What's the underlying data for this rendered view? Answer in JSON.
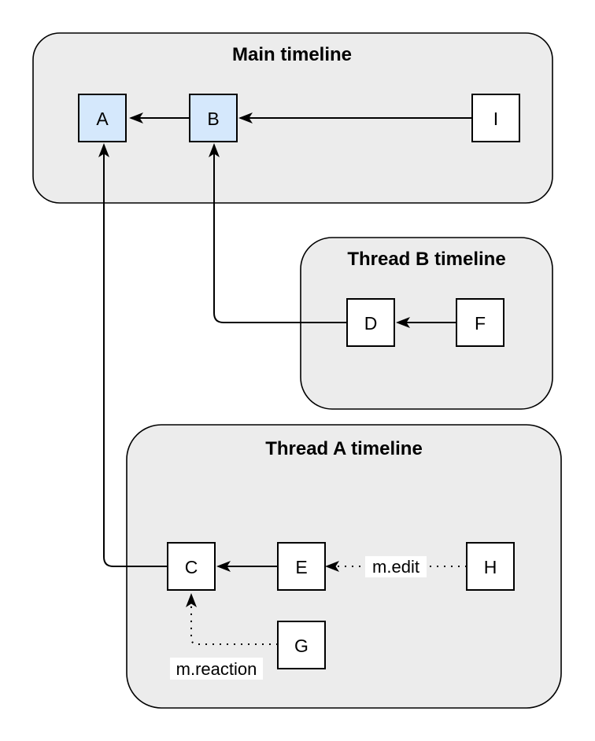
{
  "diagram": {
    "containers": {
      "main": {
        "title": "Main timeline"
      },
      "thread_b": {
        "title": "Thread B timeline"
      },
      "thread_a": {
        "title": "Thread A timeline"
      }
    },
    "nodes": {
      "a": {
        "label": "A",
        "highlighted": true
      },
      "b": {
        "label": "B",
        "highlighted": true
      },
      "i": {
        "label": "I",
        "highlighted": false
      },
      "d": {
        "label": "D",
        "highlighted": false
      },
      "f": {
        "label": "F",
        "highlighted": false
      },
      "c": {
        "label": "C",
        "highlighted": false
      },
      "e": {
        "label": "E",
        "highlighted": false
      },
      "h": {
        "label": "H",
        "highlighted": false
      },
      "g": {
        "label": "G",
        "highlighted": false
      }
    },
    "edges": {
      "b_to_a": {
        "from": "B",
        "to": "A",
        "style": "solid"
      },
      "i_to_b": {
        "from": "I",
        "to": "B",
        "style": "solid"
      },
      "f_to_d": {
        "from": "F",
        "to": "D",
        "style": "solid"
      },
      "d_to_b": {
        "from": "D",
        "to": "B",
        "style": "solid"
      },
      "e_to_c": {
        "from": "E",
        "to": "C",
        "style": "solid"
      },
      "c_to_a": {
        "from": "C",
        "to": "A",
        "style": "solid"
      },
      "h_to_e": {
        "from": "H",
        "to": "E",
        "style": "dotted",
        "label": "m.edit"
      },
      "g_to_c": {
        "from": "G",
        "to": "C",
        "style": "dotted",
        "label": "m.reaction"
      }
    },
    "colors": {
      "container_fill": "#ececec",
      "node_fill": "#ffffff",
      "node_highlight_fill": "#d5e8fc",
      "stroke": "#000000",
      "label_bg": "#ffffff"
    }
  }
}
